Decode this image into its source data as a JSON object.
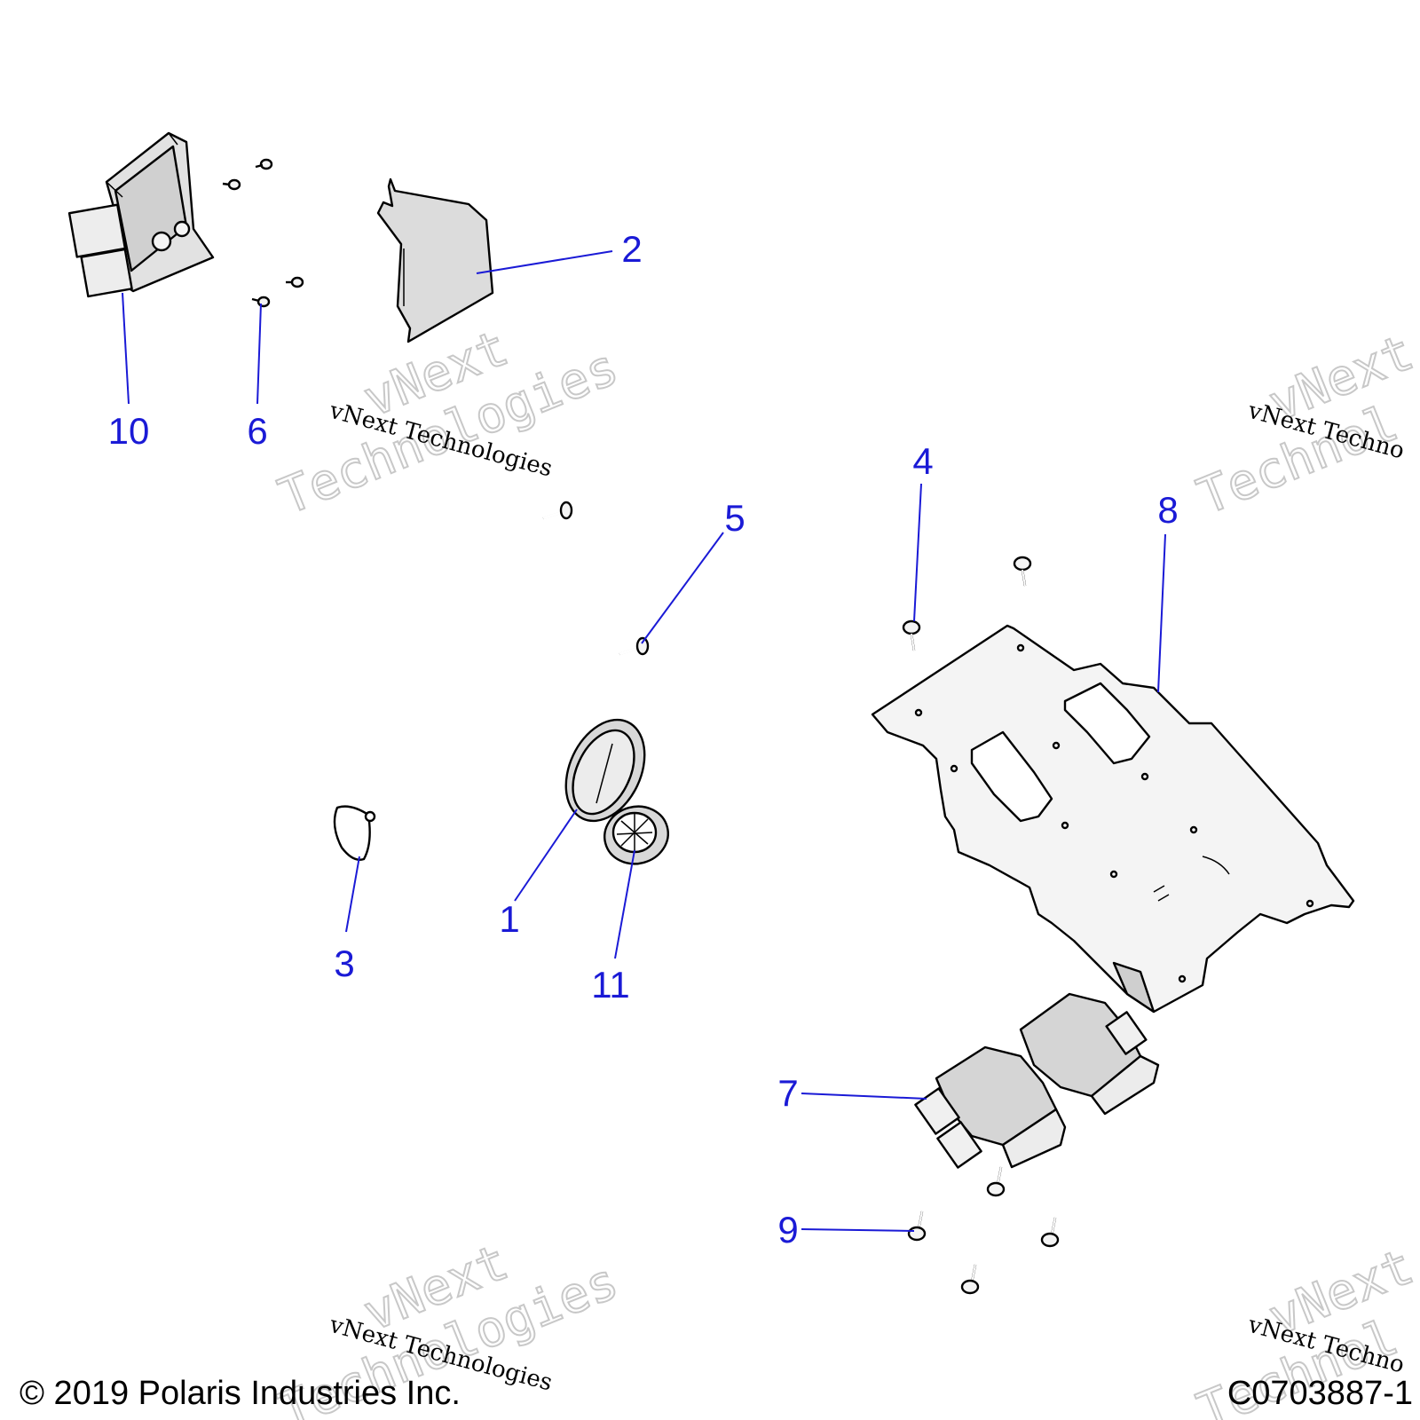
{
  "callouts": [
    "1",
    "2",
    "3",
    "4",
    "5",
    "6",
    "7",
    "8",
    "9",
    "10",
    "11"
  ],
  "watermark": {
    "line_small": "vNext Technologies",
    "line_big_1": "vNext",
    "line_big_2": "Technologies",
    "cut_small": "vNext Techno",
    "cut_big_1": "vNext",
    "cut_big_2": "Technol"
  },
  "footer": {
    "copyright": "© 2019 Polaris Industries Inc.",
    "diagram_id": "C0703887-1"
  }
}
